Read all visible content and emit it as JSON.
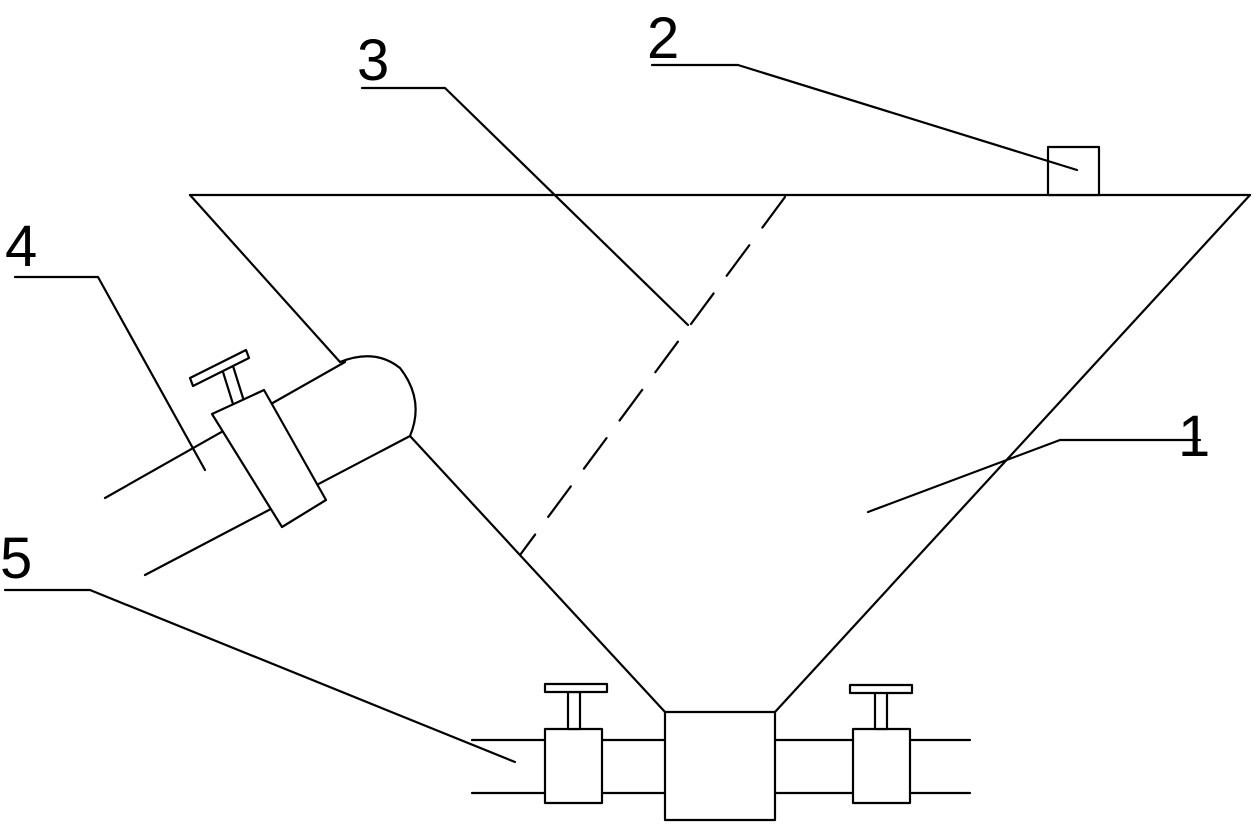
{
  "diagram": {
    "labels": [
      {
        "id": "1",
        "text": "1"
      },
      {
        "id": "2",
        "text": "2"
      },
      {
        "id": "3",
        "text": "3"
      },
      {
        "id": "4",
        "text": "4"
      },
      {
        "id": "5",
        "text": "5"
      }
    ],
    "colors": {
      "line": "#000000",
      "background": "#ffffff"
    }
  }
}
